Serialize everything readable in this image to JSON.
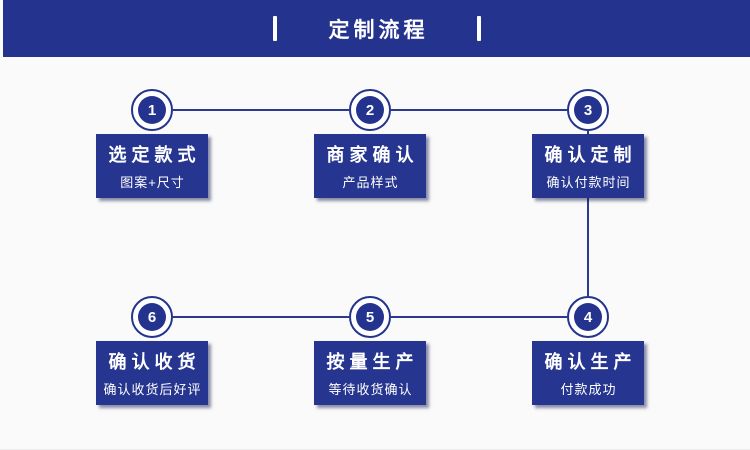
{
  "colors": {
    "accent_blue": "#24348e",
    "card_blue": "#26358f",
    "page_background": "#fafafa",
    "text_on_blue": "#ffffff"
  },
  "header": {
    "title": "定制流程"
  },
  "icons": {
    "title_divider": "vertical-bar"
  },
  "steps": [
    {
      "num": "1",
      "title": "选定款式",
      "subtitle": "图案+尺寸"
    },
    {
      "num": "2",
      "title": "商家确认",
      "subtitle": "产品样式"
    },
    {
      "num": "3",
      "title": "确认定制",
      "subtitle": "确认付款时间"
    },
    {
      "num": "4",
      "title": "确认生产",
      "subtitle": "付款成功"
    },
    {
      "num": "5",
      "title": "按量生产",
      "subtitle": "等待收货确认"
    },
    {
      "num": "6",
      "title": "确认收货",
      "subtitle": "确认收货后好评"
    }
  ]
}
